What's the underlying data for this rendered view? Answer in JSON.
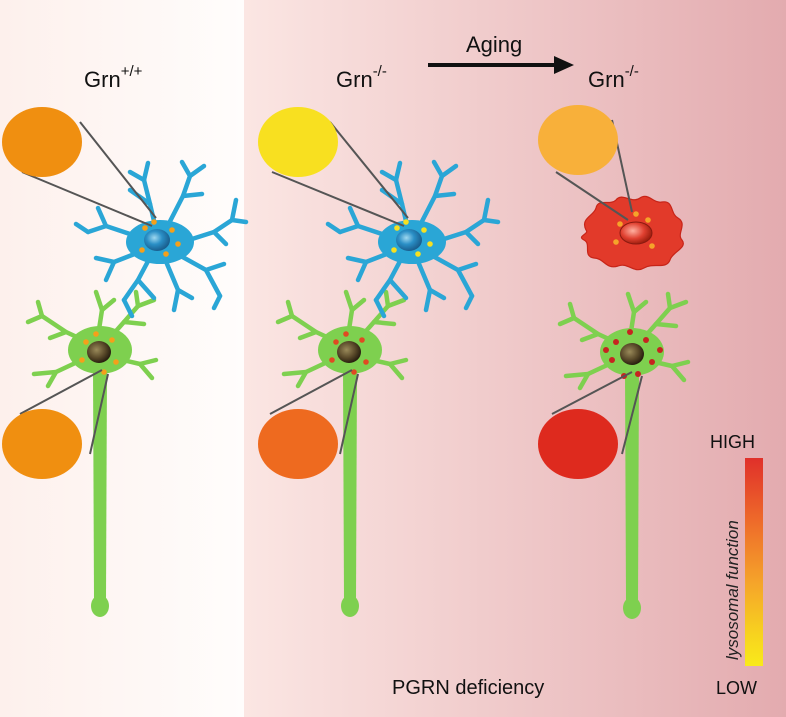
{
  "columns": [
    {
      "base": "Grn",
      "superscript": "+/+"
    },
    {
      "base": "Grn",
      "superscript": "-/-"
    },
    {
      "base": "Grn",
      "superscript": "-/-"
    }
  ],
  "arrow_label": "Aging",
  "footer": "PGRN deficiency",
  "scale": {
    "high": "HIGH",
    "low": "LOW",
    "title": "lysosomal function",
    "gradient": [
      "#e0302a",
      "#ee6a2a",
      "#f5a42a",
      "#f7d31f",
      "#f9ea1a"
    ]
  },
  "colors": {
    "microglia": "#2aa6d6",
    "neuron": "#7ed04f",
    "reactive_microglia": "#e23a2a",
    "background_tint": "#e3a8ac"
  },
  "lysosome_zoom_colors": {
    "wildtype_microglia": "#f08f10",
    "wildtype_neuron": "#f08f10",
    "young_ko_microglia": "#f8e020",
    "young_ko_neuron": "#ee6a1f",
    "aged_ko_microglia": "#f8b03a",
    "aged_ko_neuron": "#de2a1e"
  }
}
